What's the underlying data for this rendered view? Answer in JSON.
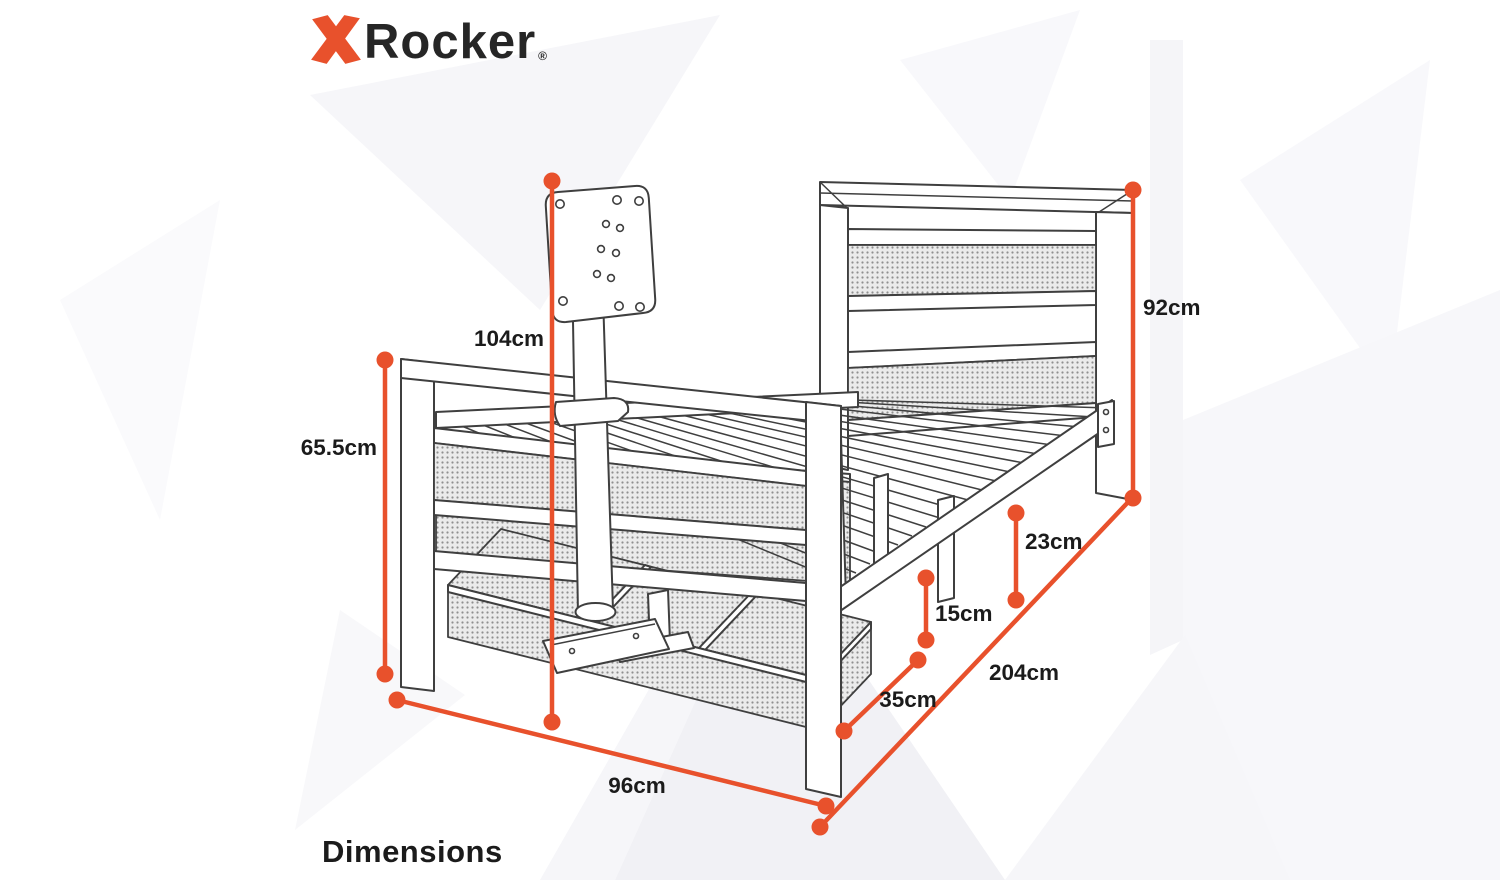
{
  "brand": {
    "x_icon": "x-rocker-x",
    "name": "Rocker",
    "registered_mark": "®"
  },
  "page_title": "Dimensions",
  "colors": {
    "accent_orange": "#E8512C",
    "line_dark": "#3F3F3F",
    "text_dark": "#1B1B1B",
    "mesh_gray": "#8F8F8F"
  },
  "dimensions": {
    "tv_mount_height": {
      "label": "104cm"
    },
    "headboard_height": {
      "label": "92cm"
    },
    "footboard_height": {
      "label": "65.5cm"
    },
    "underbed_clearance": {
      "label": "23cm"
    },
    "basket_height": {
      "label": "15cm"
    },
    "length": {
      "label": "204cm"
    },
    "basket_depth": {
      "label": "35cm"
    },
    "width": {
      "label": "96cm"
    }
  }
}
